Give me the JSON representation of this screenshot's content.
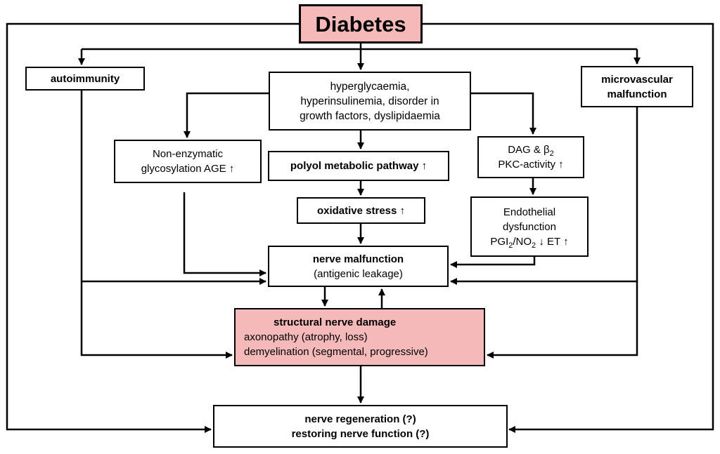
{
  "diagram": {
    "title": "Diabetes",
    "autoimmunity": "autoimmunity",
    "hyper_lines": [
      "hyperglycaemia,",
      "hyperinsulinemia, disorder in",
      "growth factors, dyslipidaemia"
    ],
    "microvascular_lines": [
      "microvascular",
      "malfunction"
    ],
    "nonenzymatic_lines": [
      "Non-enzymatic",
      "glycosylation AGE ↑"
    ],
    "polyol": "polyol metabolic pathway ↑",
    "dag_line1_prefix": "DAG & β",
    "dag_line1_sub": "2",
    "dag_line2": "PKC-activity ↑",
    "oxidative": "oxidative stress ↑",
    "endothelial_lines": [
      "Endothelial",
      "dysfunction"
    ],
    "endothelial_line3": {
      "a": "PGI",
      "a_sub": "2",
      "b": "/NO",
      "b_sub": "2",
      "c": " ↓ ET ↑"
    },
    "nerve_malfunction_title": "nerve malfunction",
    "nerve_malfunction_sub": "(antigenic leakage)",
    "structural_title": "structural nerve damage",
    "structural_lines": [
      "axonopathy (atrophy, loss)",
      "demyelination (segmental, progressive)"
    ],
    "regeneration_lines": [
      "nerve regeneration (?)",
      "restoring nerve function (?)"
    ]
  },
  "colors": {
    "highlight_fill": "#f5b9b9",
    "line": "#000000"
  }
}
